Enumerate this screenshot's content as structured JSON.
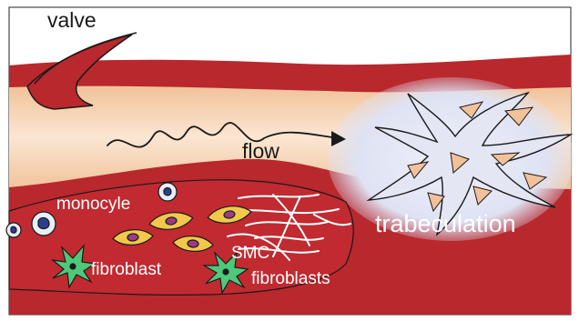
{
  "diagram": {
    "labels": {
      "valve": "valve",
      "flow": "flow",
      "monocyte": "monocyle",
      "fibroblast": "fibroblast",
      "smc": "SMC",
      "fibroblasts": "fibroblasts",
      "trabeculation": "trabeculation"
    },
    "colors": {
      "vessel_wall": "#b8282d",
      "lumen": "#f3c8a0",
      "lumen_light": "#fbe8d4",
      "trabecula": "#e4e6f4",
      "smc_cell": "#f2c84a",
      "fibroblast_cell": "#4ec87a",
      "monocyte_cell": "#e8eef8",
      "outline": "#1a1a1a"
    }
  }
}
